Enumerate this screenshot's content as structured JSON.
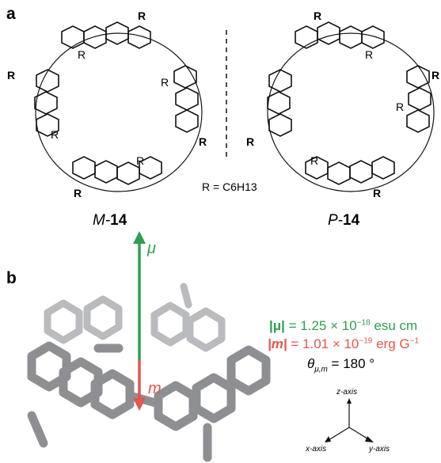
{
  "panel_a": {
    "label": "a",
    "r_label": "R",
    "r_definition": "R = C6H13",
    "left_name": {
      "prefix": "M-",
      "number": "14"
    },
    "right_name": {
      "prefix": "P-",
      "number": "14"
    }
  },
  "panel_b": {
    "label": "b",
    "mu_symbol": "μ",
    "m_symbol": "m",
    "line1": {
      "lhs": "|μ|",
      "rest": " = 1.25 × 10",
      "exp": "−18",
      "unit": " esu cm"
    },
    "line2": {
      "lhs": "|m|",
      "rest": " = 1.01 × 10",
      "exp": "−19",
      "unit": " erg G",
      "unit_exp": "−1"
    },
    "line3": {
      "theta": "θ",
      "sub": "μ,m",
      "rest": " = 180 °"
    },
    "axes": {
      "z": "z-axis",
      "x": "x-axis",
      "y": "y-axis"
    }
  },
  "colors": {
    "mu": "#2e9e52",
    "m": "#e4554c",
    "tube": "#8d8f93"
  }
}
